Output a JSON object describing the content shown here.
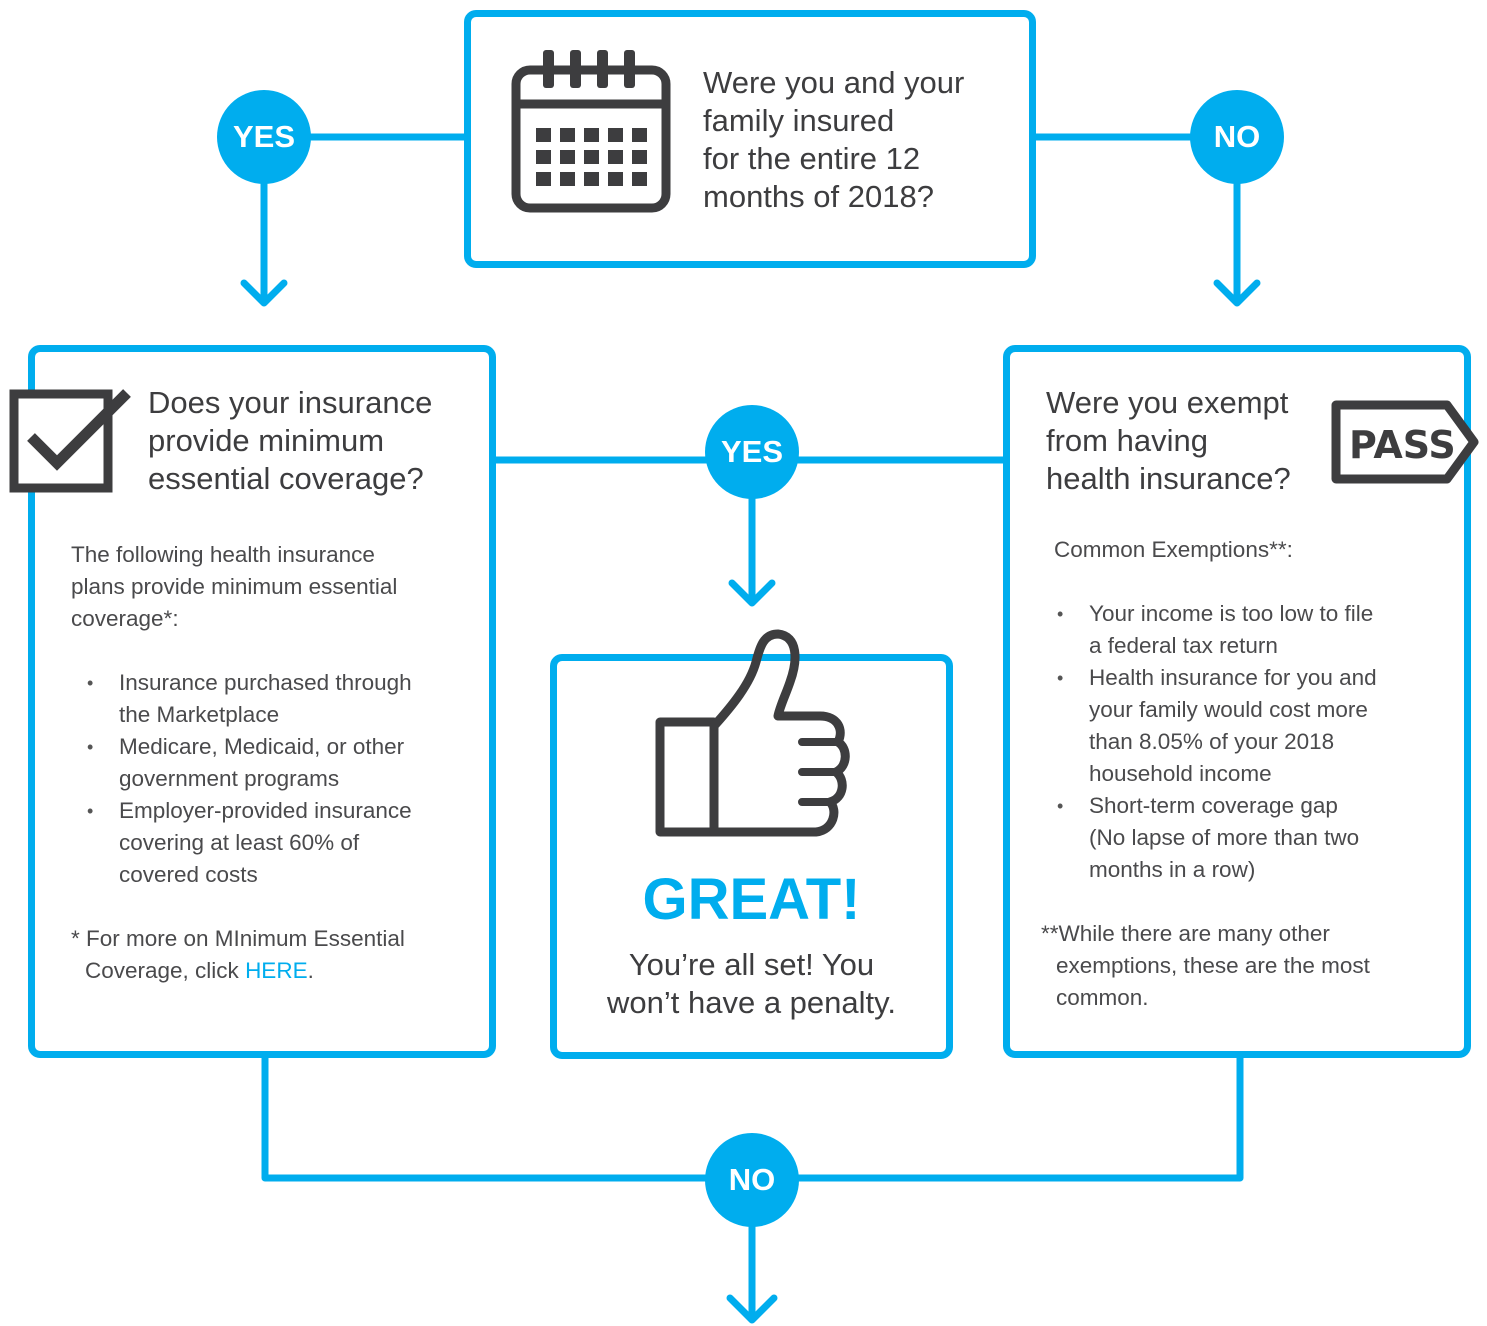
{
  "top_question": {
    "text": "Were you and your family insured for the entire 12 months of 2018?",
    "lines": [
      "Were you and your",
      "family insured",
      "for the entire 12",
      "months of 2018?"
    ],
    "icon": "calendar-icon"
  },
  "branch_labels": {
    "top_yes": "YES",
    "top_no": "NO",
    "middle_yes": "YES",
    "bottom_no": "NO"
  },
  "left_box": {
    "icon": "checkbox-check-icon",
    "heading_lines": [
      "Does your insurance",
      "provide minimum",
      "essential coverage?"
    ],
    "intro_lines": [
      "The following health insurance",
      "plans provide minimum essential",
      "coverage*:"
    ],
    "items": [
      [
        "Insurance purchased through",
        "the Marketplace"
      ],
      [
        "Medicare, Medicaid, or other",
        "government programs"
      ],
      [
        "Employer-provided insurance",
        "covering at least 60% of",
        "covered costs"
      ]
    ],
    "footnote_prefix": "* For more on MInimum Essential",
    "footnote_line2": "Coverage, click ",
    "footnote_link": "HERE",
    "footnote_suffix": "."
  },
  "center_box": {
    "icon": "thumbs-up-icon",
    "title": "GREAT!",
    "message_lines": [
      "You’re all set! You",
      "won’t have a penalty."
    ]
  },
  "right_box": {
    "icon": "pass-tag-icon",
    "icon_text": "PASS",
    "heading_lines": [
      "Were you exempt",
      "from having",
      "health insurance?"
    ],
    "intro": "Common Exemptions**:",
    "items": [
      [
        "Your income is too low to file",
        "a federal tax return"
      ],
      [
        "Health insurance for you and",
        "your family would cost more",
        "than 8.05% of your 2018",
        "household income"
      ],
      [
        "Short-term coverage gap",
        "(No lapse of more than two",
        "months in a row)"
      ]
    ],
    "footnote_lines": [
      "**While there are many other",
      "exemptions, these are the most",
      "common."
    ]
  },
  "colors": {
    "accent": "#00adee",
    "text": "#3d3d3f",
    "icon": "#3d3d3f"
  }
}
